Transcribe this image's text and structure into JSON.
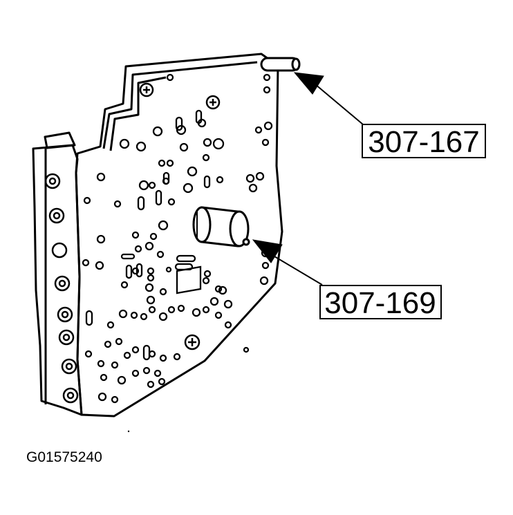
{
  "callouts": [
    {
      "label": "307-167"
    },
    {
      "label": "307-169"
    }
  ],
  "figure_id": "G01575240",
  "colors": {
    "ink": "#000000",
    "paper": "#ffffff"
  }
}
